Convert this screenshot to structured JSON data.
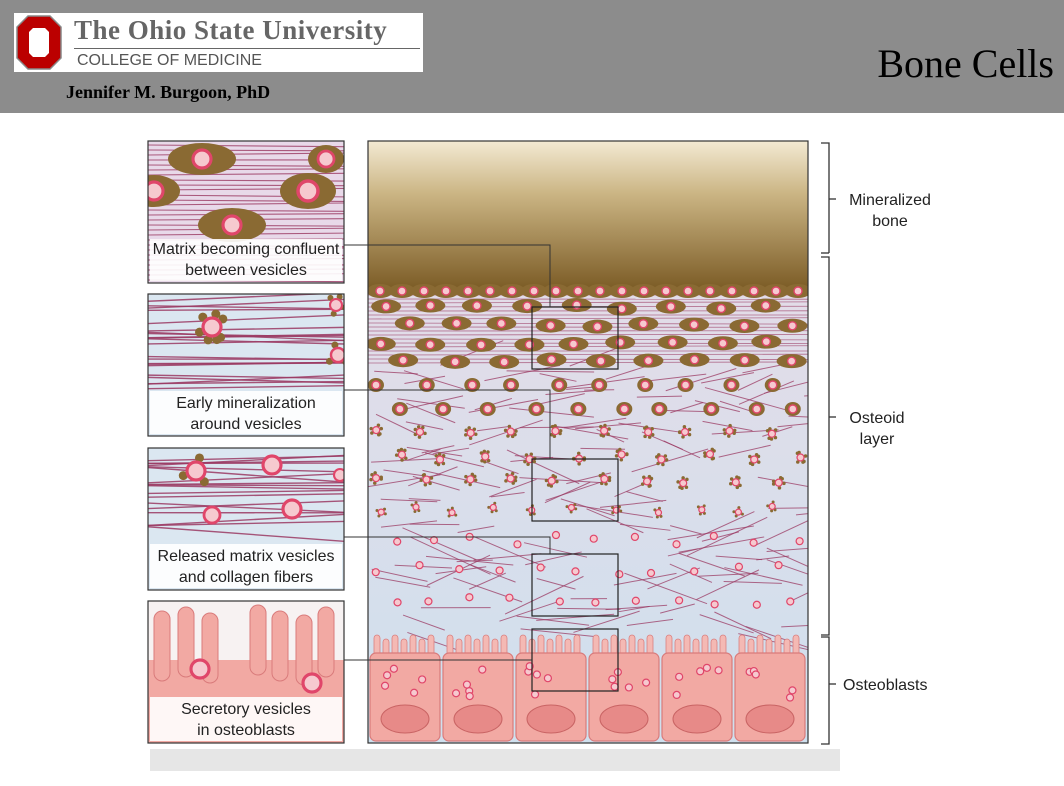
{
  "header": {
    "university": "The Ohio State University",
    "college": "COLLEGE OF MEDICINE",
    "author": "Jennifer M. Burgoon, PhD",
    "title": "Bone Cells"
  },
  "colors": {
    "header_bg": "#8c8c8c",
    "ohio_red": "#bb0000",
    "bone": "#8a6a33",
    "osteoid_bg": "#d8e6f0",
    "collagen": "#9b3a63",
    "vesicle": "#e0466a",
    "osteoblast": "#f2a9a3"
  },
  "figure": {
    "side_labels": {
      "mineralized_bone": [
        "Mineralized",
        "bone"
      ],
      "osteoid_layer": [
        "Osteoid",
        "layer"
      ],
      "osteoblasts": "Osteoblasts"
    },
    "panels": [
      {
        "lines": [
          "Matrix becoming confluent",
          "between vesicles"
        ]
      },
      {
        "lines": [
          "Early mineralization",
          "around vesicles"
        ]
      },
      {
        "lines": [
          "Released matrix vesicles",
          "and collagen fibers"
        ]
      },
      {
        "lines": [
          "Secretory vesicles",
          "in osteoblasts"
        ]
      }
    ]
  }
}
